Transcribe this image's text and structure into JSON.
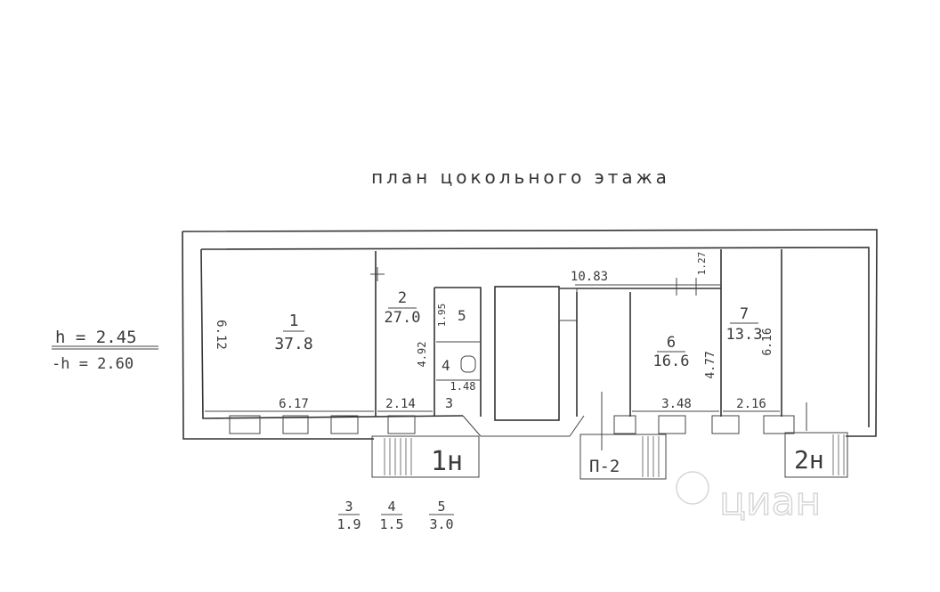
{
  "title": "план цокольного этажа",
  "height_notes": {
    "h1": "h = 2.45",
    "h2": "-h = 2.60"
  },
  "rooms": [
    {
      "id": "1",
      "area": "37.8"
    },
    {
      "id": "2",
      "area": "27.0"
    },
    {
      "id": "3",
      "area": ""
    },
    {
      "id": "4",
      "area": ""
    },
    {
      "id": "5",
      "area": ""
    },
    {
      "id": "6",
      "area": "16.6"
    },
    {
      "id": "7",
      "area": "13.3"
    }
  ],
  "dimensions": {
    "d612": "6.12",
    "d617": "6.17",
    "d214": "2.14",
    "d148": "1.48",
    "d092": "4.92",
    "d095": "1.95",
    "d1083": "10.83",
    "d127": "1.27",
    "d348": "3.48",
    "d477": "4.77",
    "d216": "2.16",
    "d616": "6.16"
  },
  "entrances": {
    "e1": "1н",
    "e2": "П-2",
    "e3": "2н"
  },
  "legend": [
    {
      "num": "3",
      "area": "1.9"
    },
    {
      "num": "4",
      "area": "1.5"
    },
    {
      "num": "5",
      "area": "3.0"
    }
  ],
  "watermark": "циан"
}
